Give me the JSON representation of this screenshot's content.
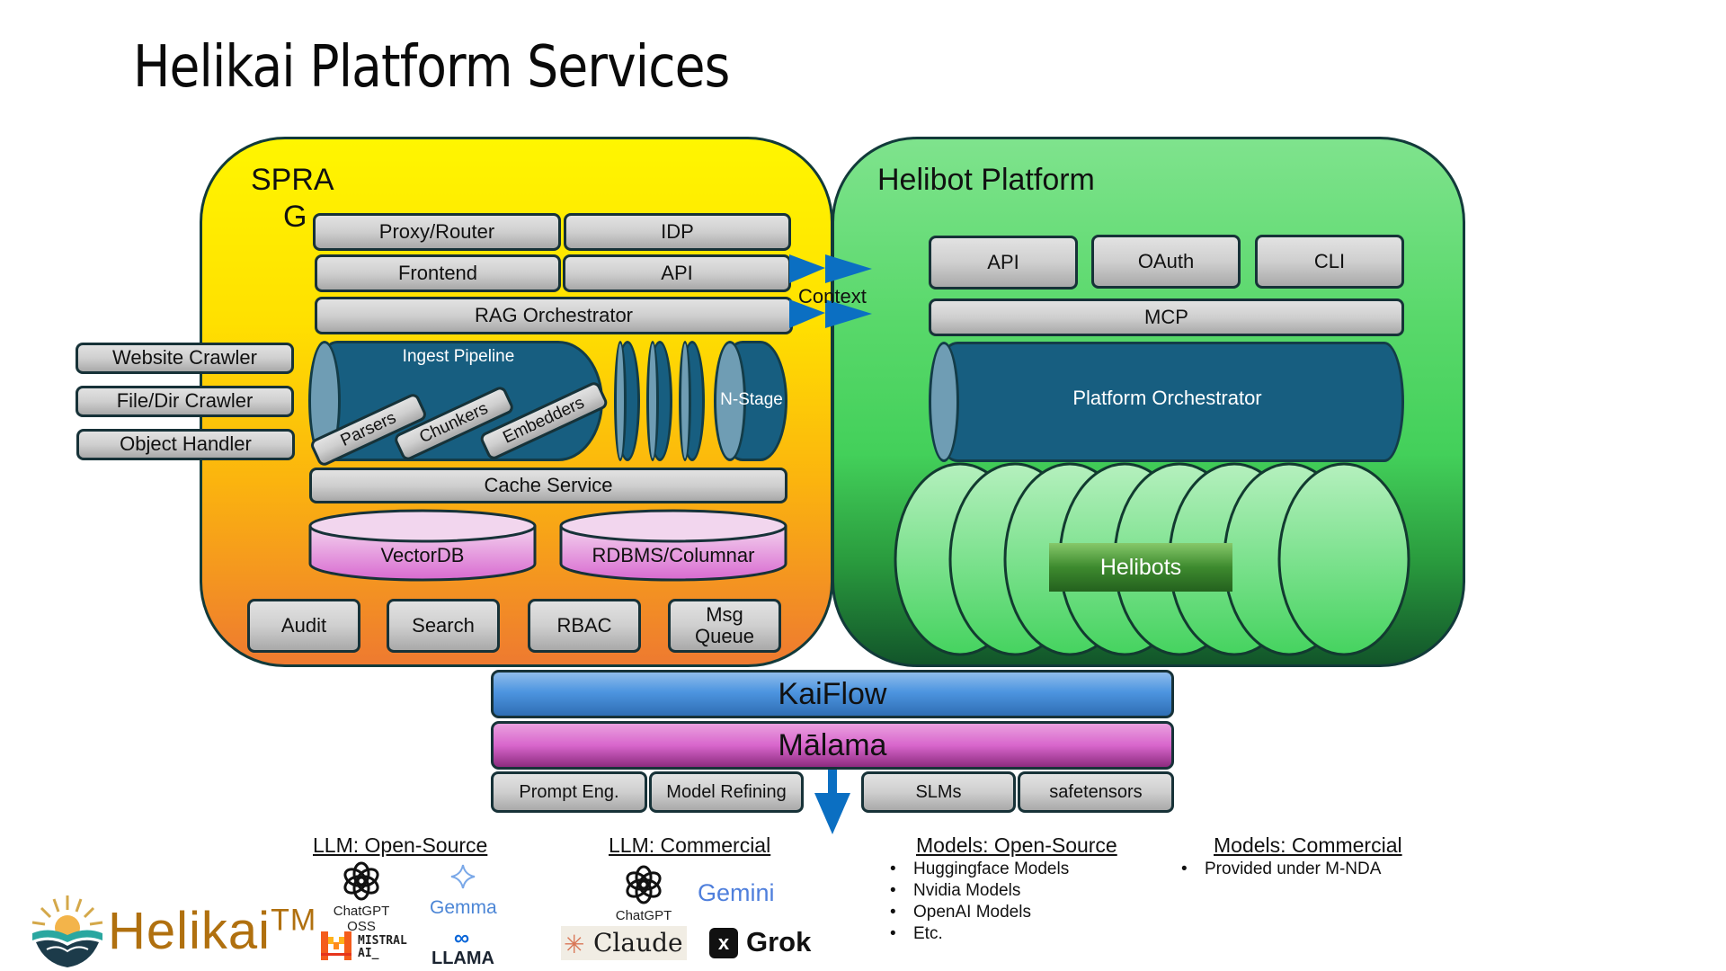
{
  "title": "Helikai Platform Services",
  "sprag": {
    "label_line1": "SPRA",
    "label_line2": "G",
    "top_row": [
      "Proxy/Router",
      "IDP"
    ],
    "second_row": [
      "Frontend",
      "API"
    ],
    "rag": "RAG Orchestrator",
    "ingest": {
      "title": "Ingest Pipeline",
      "stages": [
        "Parsers",
        "Chunkers",
        "Embedders"
      ],
      "n_stage": "N-Stage"
    },
    "cache": "Cache Service",
    "databases": [
      "VectorDB",
      "RDBMS/Columnar"
    ],
    "services": [
      "Audit",
      "Search",
      "RBAC",
      "Msg Queue"
    ]
  },
  "inputs": [
    "Website Crawler",
    "File/Dir Crawler",
    "Object Handler"
  ],
  "context_label": "Context",
  "helibot": {
    "label": "Helibot Platform",
    "top_row": [
      "API",
      "OAuth",
      "CLI"
    ],
    "mcp": "MCP",
    "orchestrator": "Platform Orchestrator",
    "helibots": "Helibots",
    "helibot_count": 8
  },
  "kaiflow": "KaiFlow",
  "malama": "Mālama",
  "malama_items": [
    "Prompt Eng.",
    "Model Refining",
    "SLMs",
    "safetensors"
  ],
  "legend": {
    "llm_open": {
      "heading": "LLM: Open-Source",
      "logos": [
        "ChatGPT OSS",
        "Gemma",
        "MISTRAL AI_",
        "LLAMA"
      ]
    },
    "llm_commercial": {
      "heading": "LLM: Commercial",
      "logos": [
        "ChatGPT",
        "Gemini",
        "Claude",
        "Grok"
      ]
    },
    "models_open": {
      "heading": "Models: Open-Source",
      "items": [
        "Huggingface Models",
        "Nvidia Models",
        "OpenAI Models",
        "Etc."
      ]
    },
    "models_commercial": {
      "heading": "Models: Commercial",
      "items": [
        "Provided under M-NDA"
      ]
    }
  },
  "brand": {
    "name": "Helikai",
    "mark": "TM"
  },
  "colors": {
    "arrow": "#0b6fc2",
    "pipe": "#175e80",
    "brand": "#b0700f"
  }
}
